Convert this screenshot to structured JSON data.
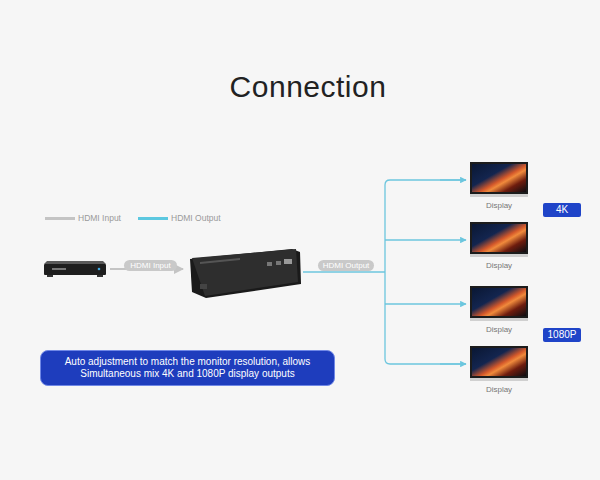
{
  "diagram": {
    "title": "Connection",
    "nodes": [
      {
        "text": [
          "Display"
        ]
      },
      {
        "text": [
          "4K"
        ]
      },
      {
        "text": [
          "Display"
        ]
      },
      {
        "text": [
          "Display"
        ]
      },
      {
        "text": [
          "1080P"
        ]
      },
      {
        "text": [
          "Auto adjustment to match the monitor resolution, allows Simultaneous mix 4K and 1080P display outputs"
        ]
      },
      {
        "text": [
          "Display"
        ]
      }
    ],
    "labels": [
      "HDMI Input",
      "HDMI Output"
    ],
    "legend": [
      {
        "text": "HDMI Input"
      },
      {
        "text": "HDMI Output"
      }
    ]
  }
}
